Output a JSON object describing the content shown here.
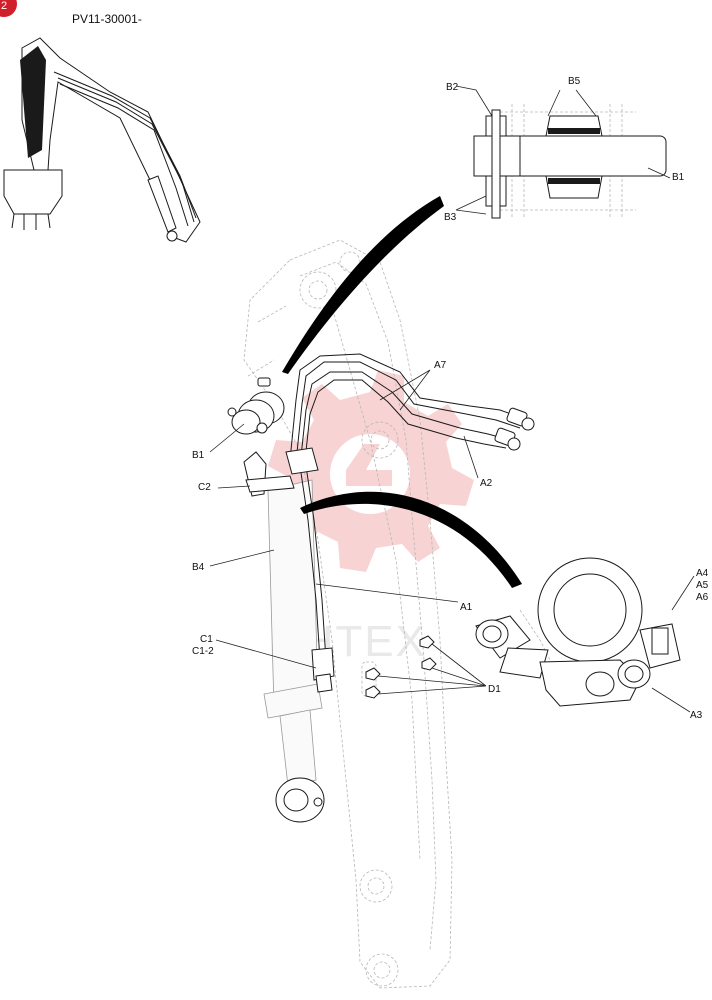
{
  "page": {
    "title": "PV11-30001-",
    "badge_text": "2",
    "watermark_text": "ИНТЕХ"
  },
  "callouts": {
    "B1_top": "B1",
    "B2": "B2",
    "B3": "B3",
    "B5": "B5",
    "A7": "A7",
    "B1_main": "B1",
    "A2": "A2",
    "C2": "C2",
    "B4": "B4",
    "A1": "A1",
    "C1": "C1",
    "C1_2": "C1-2",
    "D1": "D1",
    "A4": "A4",
    "A5": "A5",
    "A6": "A6",
    "A3": "A3"
  },
  "colors": {
    "badge": "#d0202a",
    "watermark": "#f3b0b0",
    "line": "#1a1a1a",
    "ghost": "#b7b7b7"
  }
}
